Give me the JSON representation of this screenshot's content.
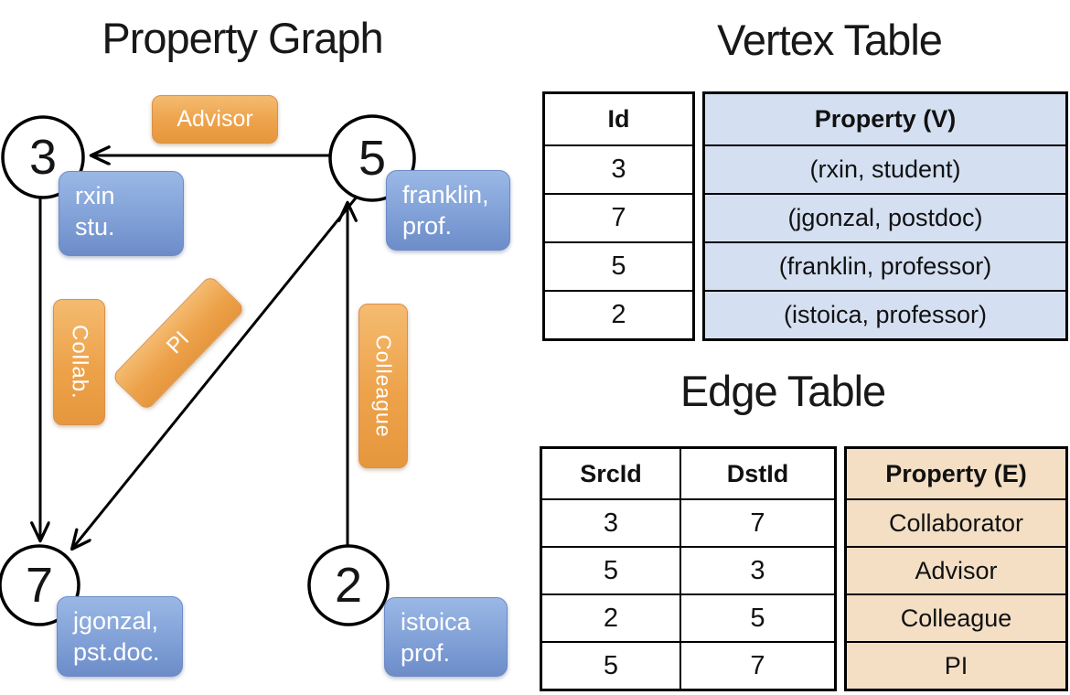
{
  "graph": {
    "title": "Property Graph",
    "nodes": [
      {
        "id": "3",
        "property": "rxin\nstu."
      },
      {
        "id": "5",
        "property": "franklin,\nprof."
      },
      {
        "id": "7",
        "property": "jgonzal,\npst.doc."
      },
      {
        "id": "2",
        "property": "istoica\nprof."
      }
    ],
    "edge_labels": {
      "advisor": "Advisor",
      "collab": "Collab.",
      "pi": "PI",
      "colleague": "Colleague"
    }
  },
  "vertex_table": {
    "title": "Vertex Table",
    "columns": {
      "id": "Id",
      "property": "Property (V)"
    },
    "rows": [
      {
        "id": "3",
        "property": "(rxin, student)"
      },
      {
        "id": "7",
        "property": "(jgonzal, postdoc)"
      },
      {
        "id": "5",
        "property": "(franklin, professor)"
      },
      {
        "id": "2",
        "property": "(istoica, professor)"
      }
    ]
  },
  "edge_table": {
    "title": "Edge Table",
    "columns": {
      "src": "SrcId",
      "dst": "DstId",
      "property": "Property (E)"
    },
    "rows": [
      {
        "src": "3",
        "dst": "7",
        "property": "Collaborator"
      },
      {
        "src": "5",
        "dst": "3",
        "property": "Advisor"
      },
      {
        "src": "2",
        "dst": "5",
        "property": "Colleague"
      },
      {
        "src": "5",
        "dst": "7",
        "property": "PI"
      }
    ]
  },
  "colors": {
    "edge_label_fill": "#eda24a",
    "node_property_fill": "#7a9ad3",
    "vertex_property_cell": "#d4e0f1",
    "edge_property_cell": "#f4dfc5",
    "line": "#000000"
  }
}
